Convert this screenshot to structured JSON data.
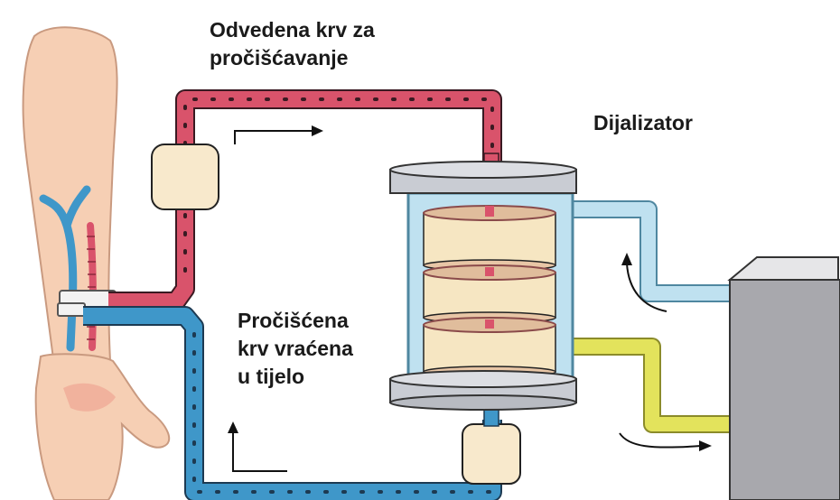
{
  "labels": {
    "blood_out": "Odvedena krv za\npročišćavanje",
    "dialyzer": "Dijalizator",
    "blood_returned": "Pročišćena\nkrv vraćena\nu tijelo"
  },
  "colors": {
    "arterial": "#d9536b",
    "venous": "#3f97c9",
    "dialysate_in": "#bfe1f0",
    "dialysate_out": "#e3e35c",
    "filter_disc": "#f6e6c2",
    "skin": "#f6cfb4",
    "machine": "#a8a8ad"
  }
}
